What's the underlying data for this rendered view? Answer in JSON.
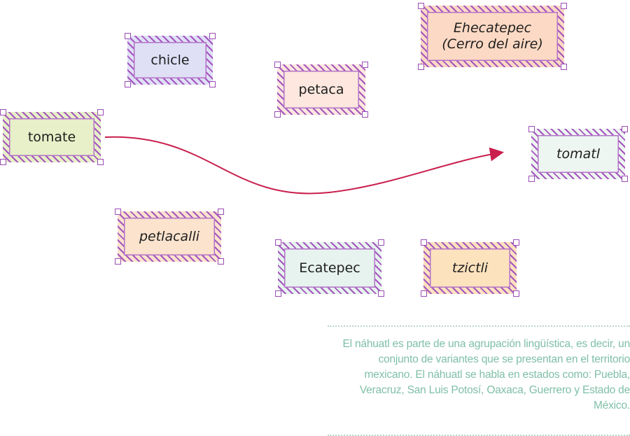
{
  "cards": {
    "chicle": {
      "label": "chicle",
      "color": "#dfe0f6"
    },
    "petaca": {
      "label": "petaca",
      "color": "#fde7de"
    },
    "ehecatepec": {
      "label": "Ehecatepec\n(Cerro del aire)",
      "color": "#fcd9c4"
    },
    "tomate": {
      "label": "tomate",
      "color": "#e7f0c8"
    },
    "tomatl": {
      "label": "tomatl",
      "color": "#eef6f1"
    },
    "petlacalli": {
      "label": "petlacalli",
      "color": "#fbe3cd"
    },
    "ecatepec": {
      "label": "Ecatepec",
      "color": "#e6f3ee"
    },
    "tzictli": {
      "label": "tzictli",
      "color": "#fde2be"
    }
  },
  "arrow": {
    "from": "tomate",
    "to": "tomatl",
    "color": "#c91f4d"
  },
  "note": {
    "text": "El náhuatl es parte de una agrupación lingüística, es decir, un conjunto de variantes que se presentan en el territorio mexicano. El náhuatl se habla en estados como: Puebla, Veracruz, San Luis Potosí, Oaxaca, Guerrero y Estado de México.",
    "color": "#7fbfa6"
  }
}
